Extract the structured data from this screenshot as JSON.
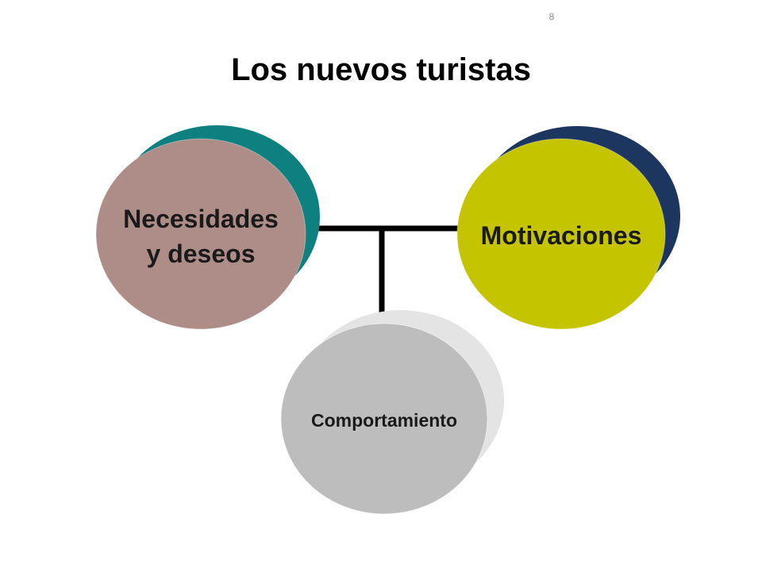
{
  "slide": {
    "page_number": "8",
    "title": "Los nuevos turistas"
  },
  "nodes": [
    {
      "id": "needs",
      "label_lines": [
        "Necesidades",
        "y deseos"
      ],
      "front_color": "#ae8c87",
      "back_color": "#0e8080",
      "text_color": "#1a1a1a"
    },
    {
      "id": "motivations",
      "label_lines": [
        "Motivaciones"
      ],
      "front_color": "#c4c400",
      "back_color": "#1c3660",
      "text_color": "#1a1a1a"
    },
    {
      "id": "behavior",
      "label_lines": [
        "Comportamiento"
      ],
      "front_color": "#bdbdbd",
      "back_color": "#e4e4e4",
      "text_color": "#1a1a1a"
    }
  ],
  "connectors": {
    "color": "#000000"
  }
}
